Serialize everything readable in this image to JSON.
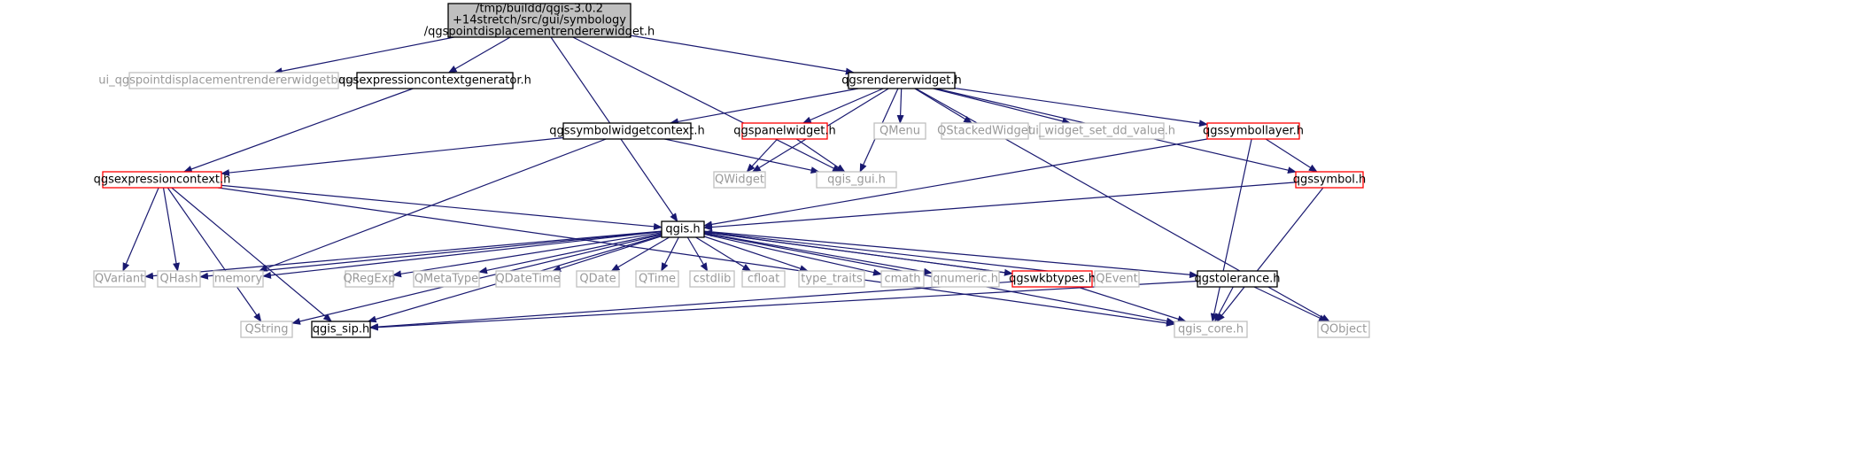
{
  "diagram": {
    "colors": {
      "edge": "#191970",
      "border_normal": "#000000",
      "border_truncated": "#ff0000",
      "border_external": "#bfbfbf",
      "root_fill": "#bfbfbf",
      "text": "#000000",
      "text_external": "#999999"
    },
    "nodes": [
      {
        "id": "root",
        "lines": [
          "/tmp/buildd/qgis-3.0.2",
          "+14stretch/src/gui/symbology",
          "/qgspointdisplacementrendererwidget.h"
        ],
        "kind": "root"
      },
      {
        "id": "ui_base",
        "lines": [
          "ui_qgspointdisplacementrendererwidgetbase.h"
        ],
        "kind": "external"
      },
      {
        "id": "exprgen",
        "lines": [
          "qgsexpressioncontextgenerator.h"
        ],
        "kind": "normal"
      },
      {
        "id": "renderer",
        "lines": [
          "qgsrendererwidget.h"
        ],
        "kind": "normal"
      },
      {
        "id": "symctx",
        "lines": [
          "qgssymbolwidgetcontext.h"
        ],
        "kind": "normal"
      },
      {
        "id": "panel",
        "lines": [
          "qgspanelwidget.h"
        ],
        "kind": "truncated"
      },
      {
        "id": "qmenu",
        "lines": [
          "QMenu"
        ],
        "kind": "external"
      },
      {
        "id": "qstacked",
        "lines": [
          "QStackedWidget"
        ],
        "kind": "external"
      },
      {
        "id": "uiwidget",
        "lines": [
          "ui_widget_set_dd_value.h"
        ],
        "kind": "external"
      },
      {
        "id": "symlayer",
        "lines": [
          "qgssymbollayer.h"
        ],
        "kind": "truncated"
      },
      {
        "id": "exprctx",
        "lines": [
          "qgsexpressioncontext.h"
        ],
        "kind": "truncated"
      },
      {
        "id": "qwidget",
        "lines": [
          "QWidget"
        ],
        "kind": "external"
      },
      {
        "id": "qgisgui",
        "lines": [
          "qgis_gui.h"
        ],
        "kind": "external"
      },
      {
        "id": "qgssymbol",
        "lines": [
          "qgssymbol.h"
        ],
        "kind": "truncated"
      },
      {
        "id": "qgis",
        "lines": [
          "qgis.h"
        ],
        "kind": "normal"
      },
      {
        "id": "qvariant",
        "lines": [
          "QVariant"
        ],
        "kind": "external"
      },
      {
        "id": "qhash",
        "lines": [
          "QHash"
        ],
        "kind": "external"
      },
      {
        "id": "memory",
        "lines": [
          "memory"
        ],
        "kind": "external"
      },
      {
        "id": "qregexp",
        "lines": [
          "QRegExp"
        ],
        "kind": "external"
      },
      {
        "id": "qmetatype",
        "lines": [
          "QMetaType"
        ],
        "kind": "external"
      },
      {
        "id": "qdatetime",
        "lines": [
          "QDateTime"
        ],
        "kind": "external"
      },
      {
        "id": "qdate",
        "lines": [
          "QDate"
        ],
        "kind": "external"
      },
      {
        "id": "qtime",
        "lines": [
          "QTime"
        ],
        "kind": "external"
      },
      {
        "id": "cstdlib",
        "lines": [
          "cstdlib"
        ],
        "kind": "external"
      },
      {
        "id": "cfloat",
        "lines": [
          "cfloat"
        ],
        "kind": "external"
      },
      {
        "id": "typetraits",
        "lines": [
          "type_traits"
        ],
        "kind": "external"
      },
      {
        "id": "cmath",
        "lines": [
          "cmath"
        ],
        "kind": "external"
      },
      {
        "id": "qnumeric",
        "lines": [
          "qnumeric.h"
        ],
        "kind": "external"
      },
      {
        "id": "wkbtypes",
        "lines": [
          "qgswkbtypes.h"
        ],
        "kind": "truncated"
      },
      {
        "id": "qevent",
        "lines": [
          "QEvent"
        ],
        "kind": "external"
      },
      {
        "id": "tolerance",
        "lines": [
          "qgstolerance.h"
        ],
        "kind": "normal"
      },
      {
        "id": "qstring",
        "lines": [
          "QString"
        ],
        "kind": "external"
      },
      {
        "id": "qgissip",
        "lines": [
          "qgis_sip.h"
        ],
        "kind": "normal"
      },
      {
        "id": "qgiscore",
        "lines": [
          "qgis_core.h"
        ],
        "kind": "external"
      },
      {
        "id": "qobject",
        "lines": [
          "QObject"
        ],
        "kind": "external"
      }
    ],
    "edges": [
      [
        "root",
        "ui_base"
      ],
      [
        "root",
        "exprgen"
      ],
      [
        "root",
        "renderer"
      ],
      [
        "root",
        "qgis"
      ],
      [
        "root",
        "qgisgui"
      ],
      [
        "exprgen",
        "exprctx"
      ],
      [
        "renderer",
        "symctx"
      ],
      [
        "renderer",
        "panel"
      ],
      [
        "renderer",
        "qmenu"
      ],
      [
        "renderer",
        "qstacked"
      ],
      [
        "renderer",
        "uiwidget"
      ],
      [
        "renderer",
        "symlayer"
      ],
      [
        "renderer",
        "qwidget"
      ],
      [
        "renderer",
        "qgisgui"
      ],
      [
        "renderer",
        "qgssymbol"
      ],
      [
        "renderer",
        "qobject"
      ],
      [
        "symctx",
        "exprctx"
      ],
      [
        "symctx",
        "qgisgui"
      ],
      [
        "symctx",
        "memory"
      ],
      [
        "panel",
        "qwidget"
      ],
      [
        "panel",
        "qgisgui"
      ],
      [
        "symlayer",
        "qgssymbol"
      ],
      [
        "symlayer",
        "qgis"
      ],
      [
        "symlayer",
        "qgiscore"
      ],
      [
        "exprctx",
        "qgis"
      ],
      [
        "exprctx",
        "qvariant"
      ],
      [
        "exprctx",
        "qhash"
      ],
      [
        "exprctx",
        "qstring"
      ],
      [
        "exprctx",
        "qgissip"
      ],
      [
        "exprctx",
        "qgiscore"
      ],
      [
        "qgssymbol",
        "qgis"
      ],
      [
        "qgssymbol",
        "qgiscore"
      ],
      [
        "qgis",
        "qvariant"
      ],
      [
        "qgis",
        "qhash"
      ],
      [
        "qgis",
        "memory"
      ],
      [
        "qgis",
        "qregexp"
      ],
      [
        "qgis",
        "qmetatype"
      ],
      [
        "qgis",
        "qdatetime"
      ],
      [
        "qgis",
        "qdate"
      ],
      [
        "qgis",
        "qtime"
      ],
      [
        "qgis",
        "cstdlib"
      ],
      [
        "qgis",
        "cfloat"
      ],
      [
        "qgis",
        "typetraits"
      ],
      [
        "qgis",
        "cmath"
      ],
      [
        "qgis",
        "qnumeric"
      ],
      [
        "qgis",
        "wkbtypes"
      ],
      [
        "qgis",
        "qevent"
      ],
      [
        "qgis",
        "tolerance"
      ],
      [
        "qgis",
        "qstring"
      ],
      [
        "qgis",
        "qgissip"
      ],
      [
        "qgis",
        "qgiscore"
      ],
      [
        "wkbtypes",
        "qgis"
      ],
      [
        "wkbtypes",
        "qgissip"
      ],
      [
        "wkbtypes",
        "qgiscore"
      ],
      [
        "tolerance",
        "qgissip"
      ],
      [
        "tolerance",
        "qgiscore"
      ],
      [
        "tolerance",
        "qobject"
      ]
    ]
  }
}
